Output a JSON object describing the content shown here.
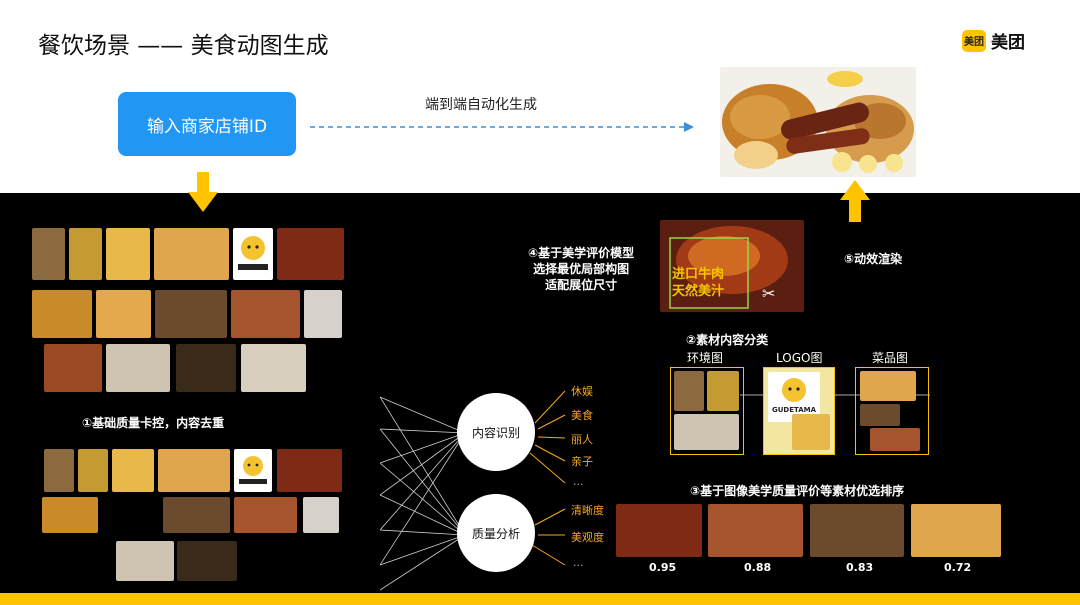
{
  "header": {
    "title": "餐饮场景 —— 美食动图生成",
    "brand_badge": "美团",
    "brand_text": "美团"
  },
  "flow": {
    "input_label": "输入商家店铺ID",
    "arrow_label": "端到端自动化生成"
  },
  "steps": {
    "step1": "①基础质量卡控，内容去重",
    "step2": "②素材内容分类",
    "step3": "③基于图像美学质量评价等素材优选排序",
    "step4_lines": [
      "④基于美学评价模型",
      "选择最优局部构图",
      "适配展位尺寸"
    ],
    "step5": "⑤动效渲染"
  },
  "analysis": {
    "content_node": "内容识别",
    "content_tags": [
      "休娱",
      "美食",
      "丽人",
      "亲子",
      "..."
    ],
    "quality_node": "质量分析",
    "quality_tags": [
      "清晰度",
      "美观度",
      "..."
    ]
  },
  "categories": {
    "env": "环境图",
    "logo": "LOGO图",
    "dish": "菜品图"
  },
  "image_text": {
    "gudetama": "GUDETAMA",
    "calligraphy_top": "进口牛肉",
    "calligraphy_bottom": "天然美汁"
  },
  "scores": [
    "0.95",
    "0.88",
    "0.83",
    "0.72"
  ],
  "colors": {
    "accent_yellow": "#ffc300",
    "button_blue": "#2196f3",
    "arrow_blue": "#3a8fd8",
    "frame_gold": "#f5c400",
    "tag_orange": "#f5a623"
  }
}
